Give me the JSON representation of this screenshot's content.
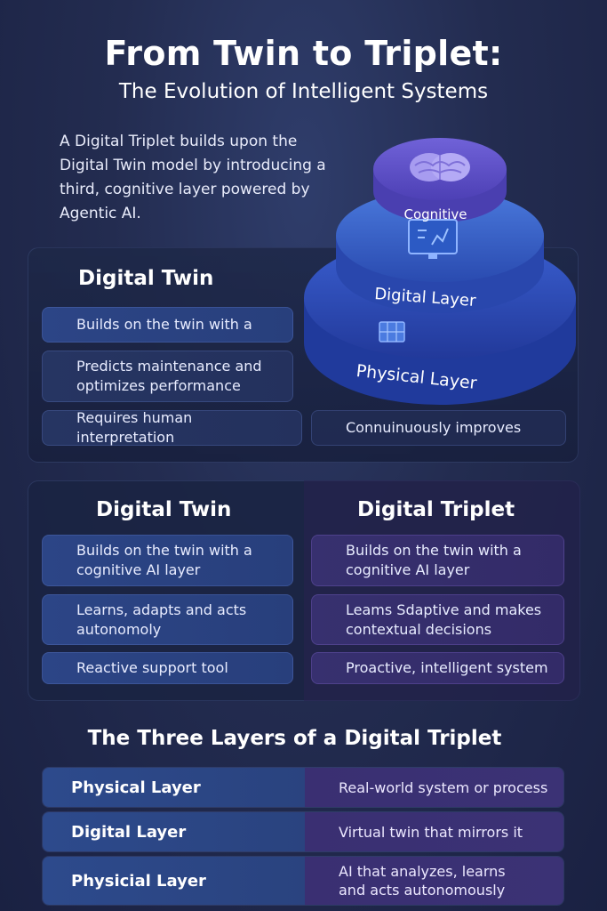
{
  "header": {
    "title": "From Twin to Triplet:",
    "subtitle": "The Evolution of Intelligent Systems"
  },
  "intro": "A Digital Triplet builds upon the Digital Twin model by introducing a third, cognitive layer powered by Agentic AI.",
  "stack": {
    "top_label": "Cognitive",
    "middle_label": "Digital Layer",
    "bottom_label": "Physical Layer"
  },
  "panel1": {
    "title": "Digital Twin",
    "items": [
      "Builds on the twin with a",
      "Predicts maintenance and optimizes performance",
      "Requires human interpretation",
      "Connuinuously improves"
    ]
  },
  "comparison": {
    "left_title": "Digital Twin",
    "right_title": "Digital Triplet",
    "left_items": [
      "Builds on the twin with a cognitive AI layer",
      "Learns, adapts and acts autonomoly",
      "Reactive support tool"
    ],
    "right_items": [
      "Builds on the twin with a cognitive AI layer",
      "Leams Sdaptive and makes contextual decisions",
      "Proactive, intelligent system"
    ]
  },
  "layers": {
    "title": "The Three Layers of a Digital Triplet",
    "rows": [
      {
        "name": "Physical Layer",
        "desc": "Real-world system or process"
      },
      {
        "name": "Digital Layer",
        "desc": "Virtual twin that mirrors it"
      },
      {
        "name": "Physicial Layer",
        "desc": "AI that analyzes, learns and acts autonomously"
      }
    ]
  },
  "colors": {
    "background": "#232c50",
    "blue_accent": "#2c4586",
    "purple_accent": "#37306f",
    "cognitive_disc": "#5a4fc4",
    "digital_disc": "#3d66c9",
    "physical_disc": "#3050b8"
  }
}
